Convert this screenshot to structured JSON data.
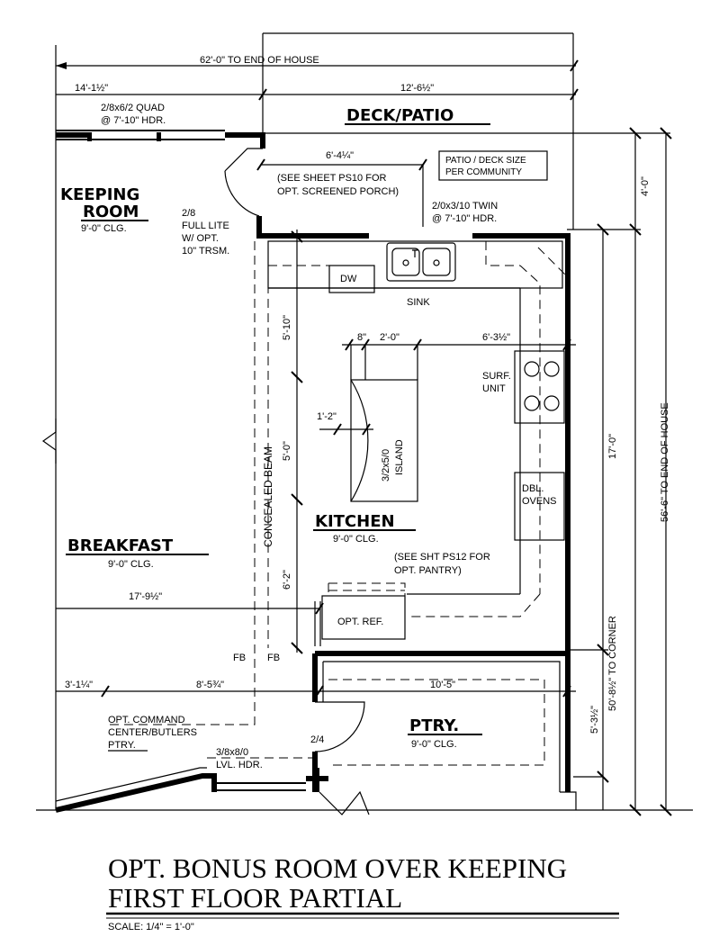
{
  "dims": {
    "end_of_house_62": "62'-0\" TO END OF HOUSE",
    "d14_1_5": "14'-1½\"",
    "d12_6_5": "12'-6½\"",
    "d6_4_25": "6'-4¼\"",
    "d4_0": "4'-0\"",
    "d5_10": "5'-10\"",
    "d8in": "8\"",
    "d2_0": "2'-0\"",
    "d6_3_5": "6'-3½\"",
    "d1_2": "1'-2\"",
    "d5_0": "5'-0\"",
    "d17_0": "17'-0\"",
    "to_corner": "50'-8½\" TO CORNER",
    "to_end": "56'-6\" TO END OF HOUSE",
    "d6_2": "6'-2\"",
    "d17_9_5": "17'-9½\"",
    "d3_1_25": "3'-1¼\"",
    "d8_5_75": "8'-5¾\"",
    "d10_5": "10'-5\"",
    "d5_3_5": "5'-3½\""
  },
  "rooms": {
    "deck_patio": "DECK/PATIO",
    "keeping": [
      "KEEPING",
      "ROOM"
    ],
    "keeping_clg": "9'-0\" CLG.",
    "kitchen": "KITCHEN",
    "kitchen_clg": "9'-0\" CLG.",
    "breakfast": "BREAKFAST",
    "breakfast_clg": "9'-0\" CLG.",
    "pantry": "PTRY.",
    "pantry_clg": "9'-0\" CLG."
  },
  "notes": {
    "quad_hdr": [
      "2/8x6/2 QUAD",
      "@ 7'-10\" HDR."
    ],
    "patio_size": [
      "PATIO / DECK SIZE",
      "PER COMMUNITY"
    ],
    "screened_porch": [
      "(SEE SHEET PS10 FOR",
      "OPT. SCREENED PORCH)"
    ],
    "door_full_lite": [
      "2/8",
      "FULL LITE",
      "W/ OPT.",
      "10\" TRSM."
    ],
    "twin_hdr": [
      "2/0x3/10 TWIN",
      "@ 7'-10\" HDR."
    ],
    "dw": "DW",
    "sink": "SINK",
    "surf_unit": [
      "SURF.",
      "UNIT"
    ],
    "island": [
      "3/2x5/0",
      "ISLAND"
    ],
    "concealed_beam": "CONCEALED BEAM",
    "dbl_ovens": [
      "DBL.",
      "OVENS"
    ],
    "opt_pantry": [
      "(SEE SHT PS12 FOR",
      "OPT. PANTRY)"
    ],
    "opt_ref": "OPT. REF.",
    "fb1": "FB",
    "fb2": "FB",
    "command_center": [
      "OPT. COMMAND",
      "CENTER/BUTLERS",
      "PTRY."
    ],
    "lvl_hdr": [
      "3/8x8/0",
      "LVL. HDR."
    ],
    "door_2_4": "2/4"
  },
  "title": {
    "line1": "OPT. BONUS ROOM OVER KEEPING",
    "line2": "FIRST FLOOR PARTIAL",
    "scale": "SCALE: 1/4\" = 1'-0\""
  }
}
